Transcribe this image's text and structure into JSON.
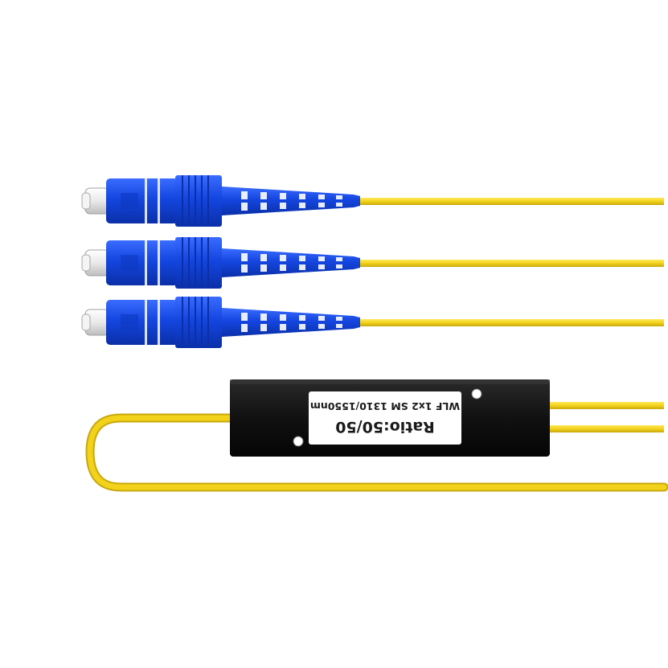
{
  "product_image": {
    "background_color": "#ffffff",
    "cable_color": "#f2d21a",
    "cable_edge_color": "#c9a80c",
    "connector_color": "#1446e0",
    "connector_dark_color": "#0a2fa8",
    "ferrule_color": "#e9e9e9",
    "splitter_body_color": "#111111",
    "connector_count": 3,
    "connector_type": "sc-connector",
    "splitter_label": {
      "ratio_text": "Ratio:50/50",
      "spec_text": "WLF 1x2 SM 1310/1550nm",
      "label_color": "#ffffff",
      "orientation": "upside-down"
    }
  }
}
